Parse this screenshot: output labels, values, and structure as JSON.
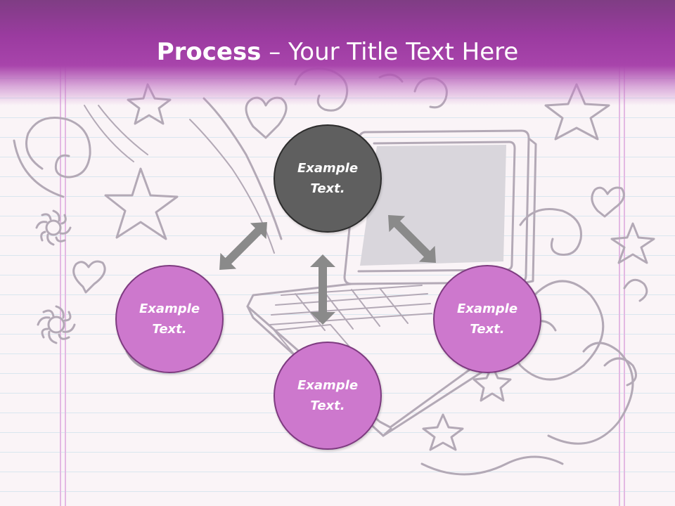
{
  "title": {
    "strong": "Process",
    "rest": " – Your Title Text Here"
  },
  "nodes": {
    "top": {
      "line1": "Example",
      "line2": "Text."
    },
    "left": {
      "line1": "Example",
      "line2": "Text."
    },
    "right": {
      "line1": "Example",
      "line2": "Text."
    },
    "bottom": {
      "line1": "Example",
      "line2": "Text."
    }
  },
  "colors": {
    "header": "#9b3ba0",
    "node_dark": "#5f5f5f",
    "node_pink": "#cd78cd",
    "arrow": "#8a8a8a",
    "doodle": "#b3a9b6"
  }
}
